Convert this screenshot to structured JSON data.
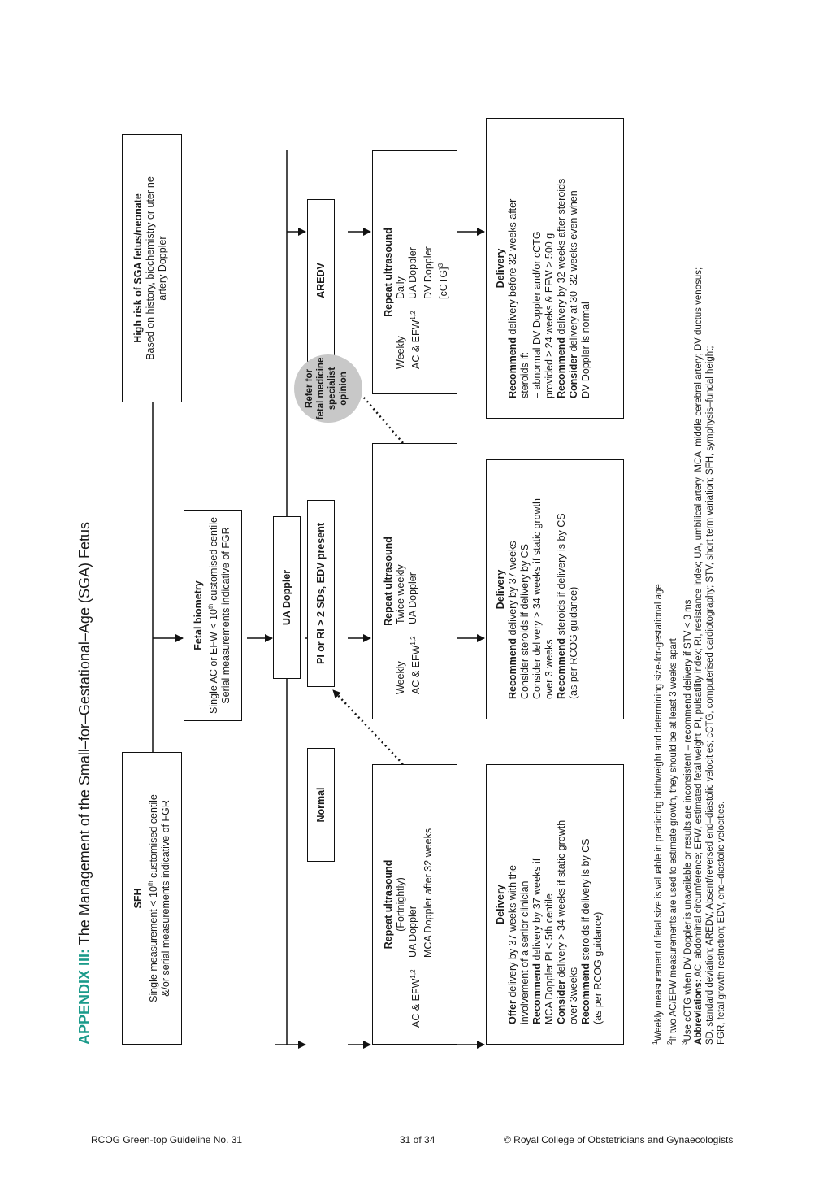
{
  "title": {
    "appendix": "APPENDIX III:",
    "text": " The Management of the Small–for–Gestational–Age (SGA) Fetus"
  },
  "sfh": {
    "heading": "SFH",
    "line1": "Single measurement < 10",
    "sup": "th",
    "line1b": " customised centile",
    "line2": "&/or serial measurements indicative of FGR"
  },
  "biometry": {
    "heading": "Fetal biometry",
    "line1": "Single AC or EFW < 10",
    "sup": "th",
    "line1b": " customised centile",
    "line2": "Serial measurements indicative of FGR"
  },
  "high_risk": {
    "heading": "High risk of SGA fetus/neonate",
    "line1": "Based on history, biochemistry or uterine",
    "line2": "artery Doppler"
  },
  "ua_doppler": "UA Doppler",
  "normal": "Normal",
  "pi_ri": "PI or RI > 2 SDs, EDV present",
  "aredv": "AREDV",
  "refer": {
    "l1": "Refer for",
    "l2": "fetal medicine",
    "l3": "specialist",
    "l4": "opinion"
  },
  "repeat_normal": {
    "heading": "Repeat ultrasound",
    "sub": "(Fortnightly)",
    "a": "AC & EFW",
    "a_sup": "1,2",
    "b1": "UA Doppler",
    "b2": "MCA Doppler after 32 weeks"
  },
  "repeat_pi": {
    "heading": "Repeat ultrasound",
    "w1": "Weekly",
    "w2": "Twice weekly",
    "a": "AC & EFW",
    "a_sup": "1,2",
    "b": "UA Doppler"
  },
  "repeat_aredv": {
    "heading": "Repeat ultrasound",
    "w1": "Weekly",
    "w2": "Daily",
    "a": "AC & EFW",
    "a_sup": "1,2",
    "b1": "UA Doppler",
    "b2": "DV Doppler",
    "b3": "[cCTG]",
    "b3_sup": "3"
  },
  "delivery_normal": {
    "heading": "Delivery",
    "lines": [
      {
        "bold": "Offer",
        "text": " delivery by 37 weeks with the"
      },
      {
        "bold": "",
        "text": "involvement of a senior clinician"
      },
      {
        "bold": "Recommend",
        "text": " delivery by 37 weeks if"
      },
      {
        "bold": "",
        "text": "MCA Doppler PI < 5th centile"
      },
      {
        "bold": "Consider",
        "text": " delivery > 34 weeks if static growth"
      },
      {
        "bold": "",
        "text": "over 3weeks"
      },
      {
        "bold": "Recommend",
        "text": " steroids if delivery is by CS"
      },
      {
        "bold": "",
        "text": "(as per RCOG guidance)"
      }
    ]
  },
  "delivery_pi": {
    "heading": "Delivery",
    "lines": [
      {
        "bold": "Recommend",
        "text": " delivery by 37 weeks"
      },
      {
        "bold": "",
        "text": "Consider steroids if delivery by CS"
      },
      {
        "bold": "",
        "text": "Consider delivery > 34 weeks if static growth"
      },
      {
        "bold": "",
        "text": "over 3 weeks"
      },
      {
        "bold": "Recommend",
        "text": " steroids if delivery is by CS"
      },
      {
        "bold": "",
        "text": "(as per RCOG guidance)"
      }
    ]
  },
  "delivery_aredv": {
    "heading": "Delivery",
    "lines": [
      {
        "bold": "Recommend",
        "text": " delivery before 32 weeks after"
      },
      {
        "bold": "",
        "text": "steroids if:"
      },
      {
        "bold": "",
        "text": "– abnormal DV Doppler and/or cCTG"
      },
      {
        "bold": "",
        "text": "provided ≥ 24 weeks & EFW > 500 g"
      },
      {
        "bold": "Recommend",
        "text": " delivery by 32 weeks after steroids"
      },
      {
        "bold": "Consider",
        "text": " delivery at 30–32 weeks even when"
      },
      {
        "bold": "",
        "text": "DV Doppler is normal"
      }
    ]
  },
  "footnotes": [
    {
      "sup": "1",
      "text": "Weekly measurement of fetal size is valuable in predicting birthweight and determining size-for-gestational age"
    },
    {
      "sup": "2",
      "text": "If two AC/EFW measurements are used to estimate growth, they should be at least 3 weeks apart"
    },
    {
      "sup": "3",
      "text": "Use cCTG when DV Doppler is unavailable or results are inconsistent – recommend delivery if STV < 3 ms"
    }
  ],
  "abbreviations": {
    "label": "Abbreviations:",
    "line1": " AC, abdominal circumference; EFW, estimated fetal weight; PI, pulsatility index; RI, resistance index; UA, umbilical artery; MCA, middle cerebral artery; DV ductus venosus;",
    "line2": "SD, standard deviation; AREDV, Absent/reversed end–diastolic velocities; cCTG, computerised cardiotography; STV, short term variation; SFH, symphysis–fundal height;",
    "line3": "FGR, fetal growth restriction; EDV, end–diastolic velocities."
  },
  "footer": {
    "left": "RCOG Green-top Guideline No. 31",
    "center": "31 of 34",
    "right": "© Royal College of Obstetricians and Gynaecologists"
  },
  "colors": {
    "accent": "#1a9a8a",
    "refer_fill": "#c8c8c8"
  }
}
